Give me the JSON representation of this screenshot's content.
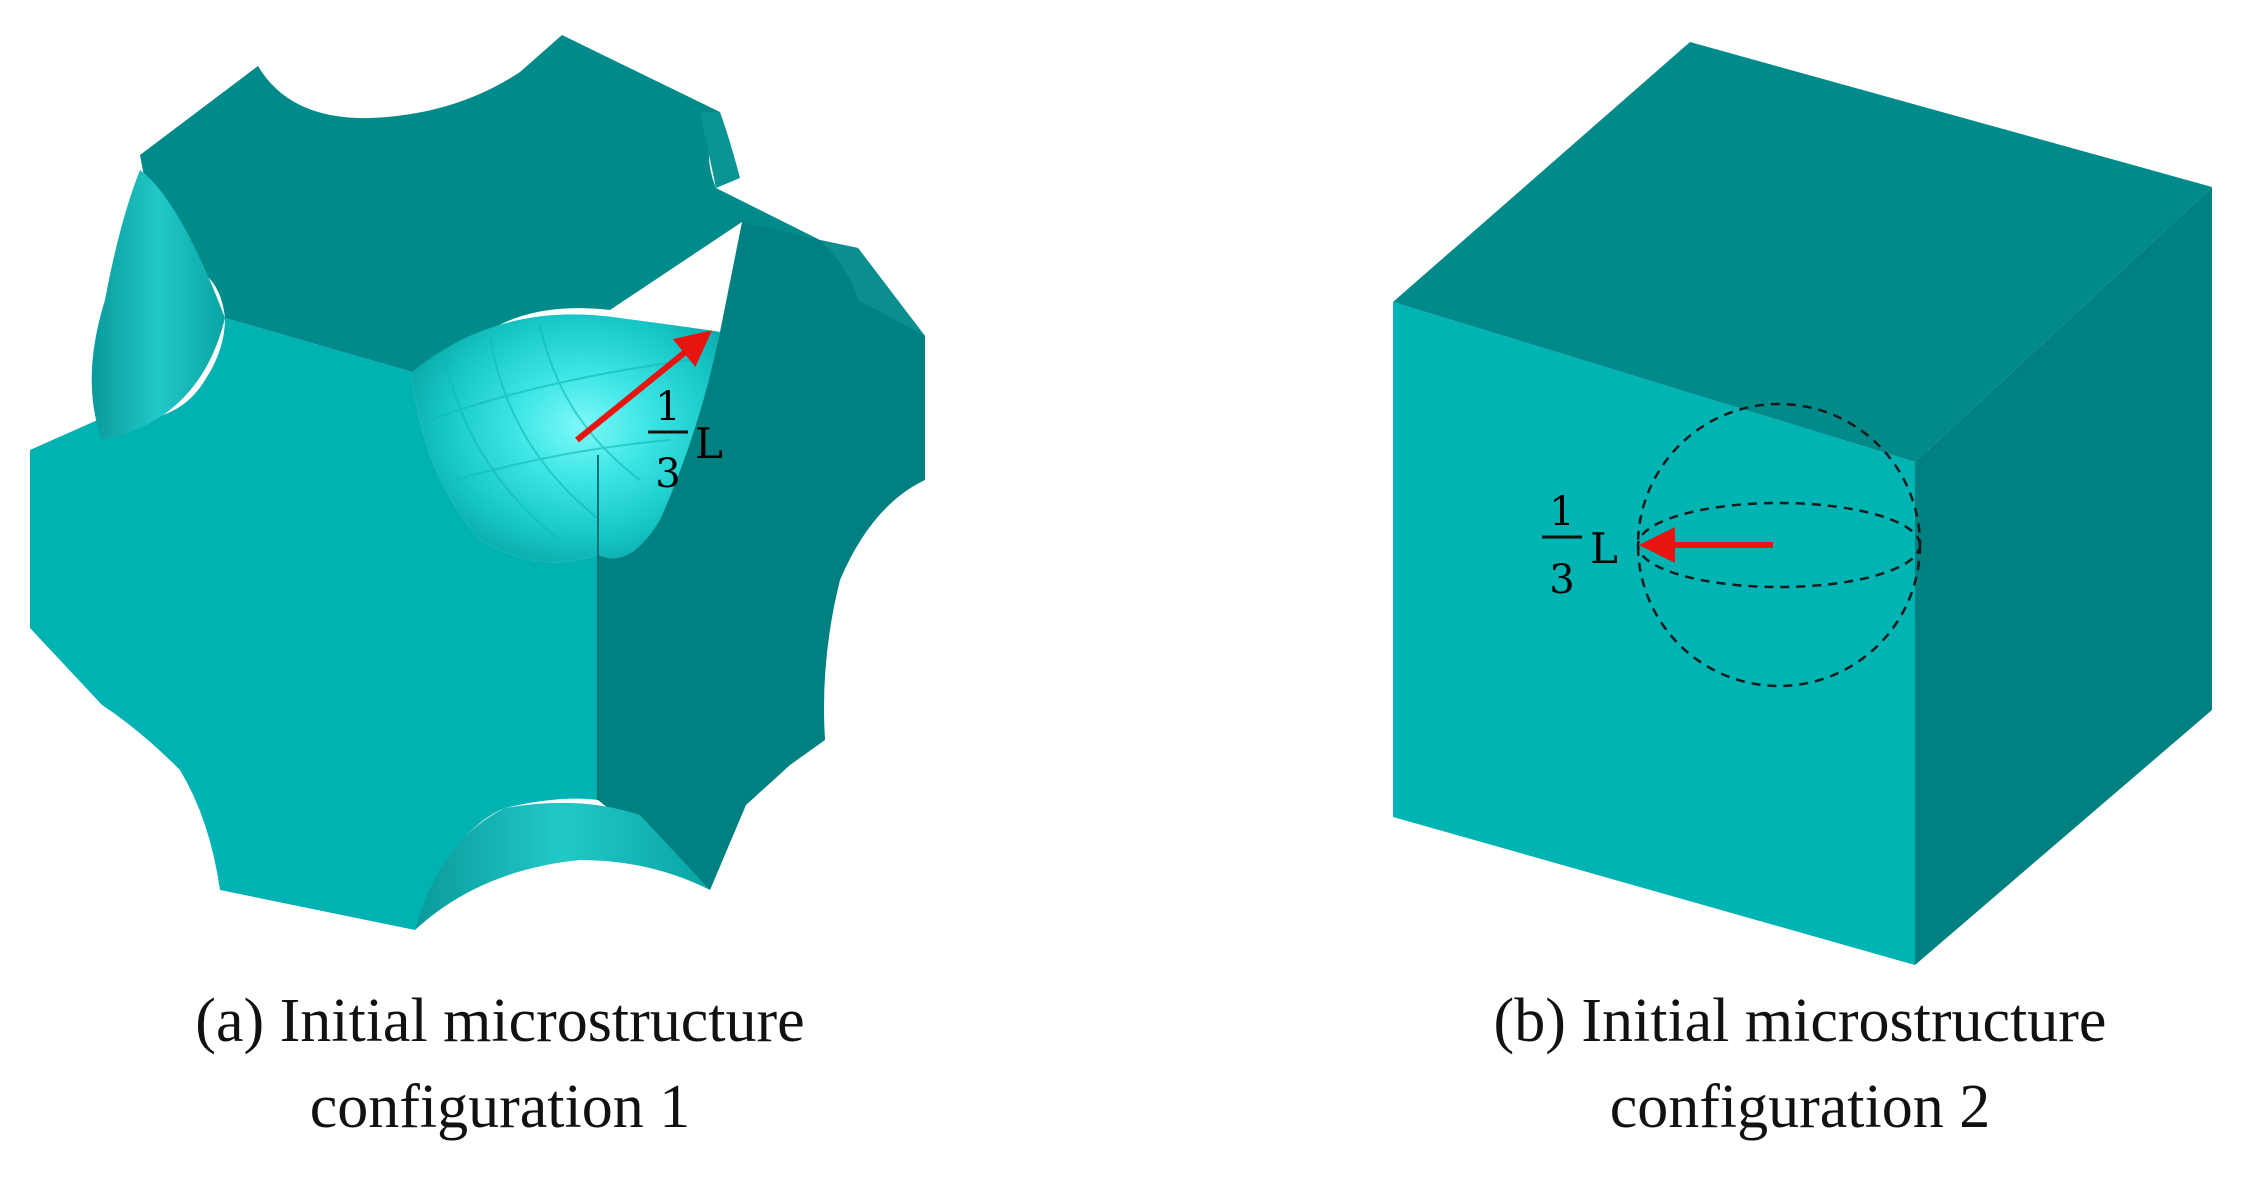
{
  "panel_a": {
    "label_numerator": "1",
    "label_denominator": "3",
    "label_symbol": "L",
    "caption_line1": "(a) Initial microstructure",
    "caption_line2": "configuration 1"
  },
  "panel_b": {
    "label_numerator": "1",
    "label_denominator": "3",
    "label_symbol": "L",
    "caption_line1": "(b) Initial microstructure",
    "caption_line2": "configuration 2"
  },
  "colors": {
    "front_face": "#00b4b4",
    "top_face": "#008a8a",
    "side_face": "#008080",
    "arrow": "#e8140f",
    "cavity_highlight": "#4ef2f2"
  }
}
